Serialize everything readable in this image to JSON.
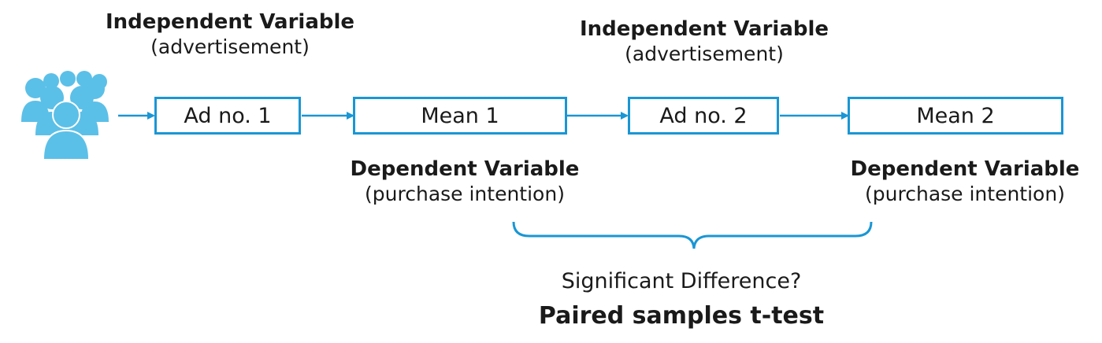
{
  "colors": {
    "accent": "#1a96d4",
    "people_icon": "#5bc0e8",
    "text": "#1a1a1a"
  },
  "icons": {
    "group": "people-group-icon"
  },
  "step1": {
    "heading": "Independent Variable",
    "subheading": "(advertisement)",
    "box": "Ad no. 1"
  },
  "step2": {
    "box": "Mean 1",
    "heading": "Dependent Variable",
    "subheading": "(purchase intention)"
  },
  "step3": {
    "heading": "Independent Variable",
    "subheading": "(advertisement)",
    "box": "Ad no. 2"
  },
  "step4": {
    "box": "Mean 2",
    "heading": "Dependent Variable",
    "subheading": "(purchase intention)"
  },
  "comparison": {
    "question": "Significant Difference?",
    "test": "Paired samples t-test"
  }
}
